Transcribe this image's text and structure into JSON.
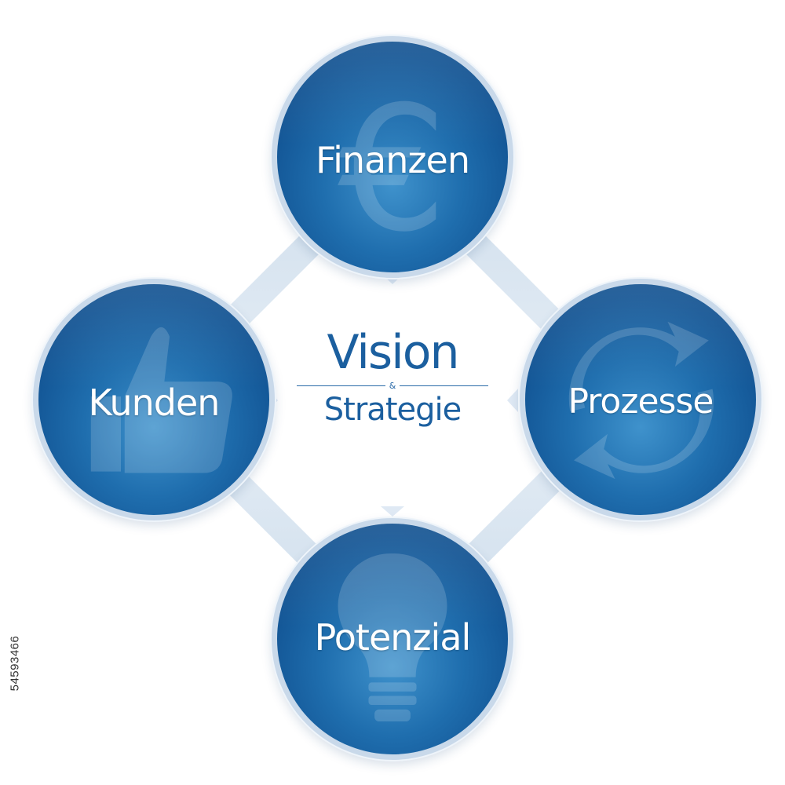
{
  "diagram": {
    "center": {
      "title": "Vision",
      "connector": "&",
      "subtitle": "Strategie"
    },
    "nodes": {
      "top": {
        "label": "Finanzen",
        "icon": "euro-icon"
      },
      "left": {
        "label": "Kunden",
        "icon": "thumbs-up-icon"
      },
      "right": {
        "label": "Prozesse",
        "icon": "cycle-arrows-icon"
      },
      "bottom": {
        "label": "Potenzial",
        "icon": "light-bulb-icon"
      }
    },
    "colors": {
      "circle_fill": "#1f6eae",
      "circle_ring": "#c9d9ea",
      "connector_ring": "#dde8f3",
      "center_text": "#1b5f9f"
    }
  },
  "stock_id": "54593466"
}
